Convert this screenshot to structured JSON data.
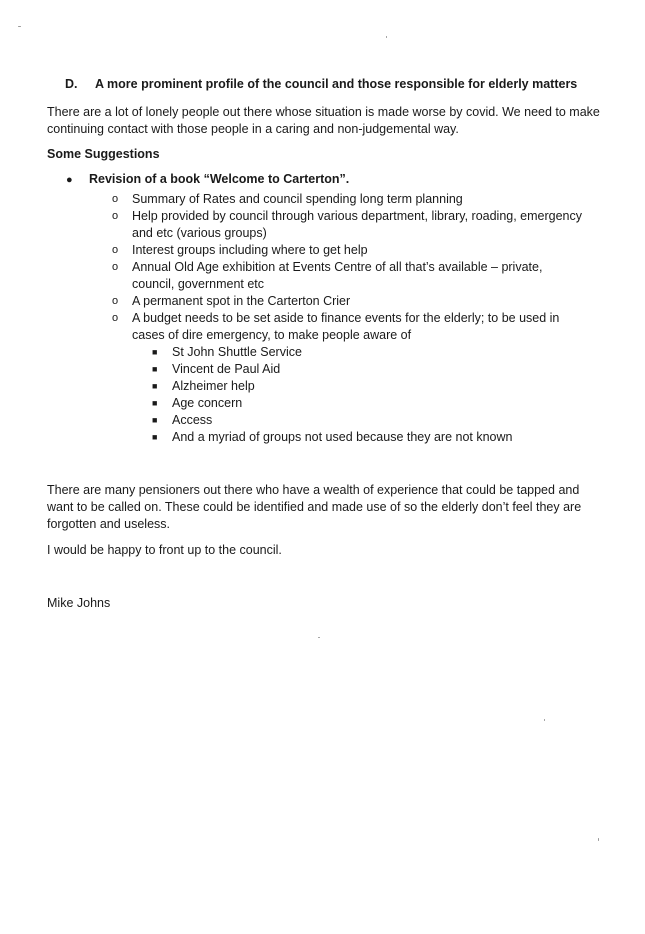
{
  "heading": {
    "letter": "D.",
    "title": "A more prominent profile of the council and those responsible for elderly matters"
  },
  "paragraph1": "There are a lot of lonely people out there whose situation is made worse by covid.  We need to make continuing contact with those people in a caring and non-judgemental way.",
  "suggestions_title": "Some Suggestions",
  "main_bullet": "Revision of a book “Welcome to Carterton”.",
  "sub_items": [
    "Summary of Rates and council spending long term planning",
    "Help provided by council through various department, library, roading, emergency and etc (various groups)",
    "Interest groups including where to get help",
    "Annual Old Age exhibition at Events Centre of all that’s available – private, council, government etc",
    "A permanent spot in the Carterton Crier",
    "A budget needs to be set aside to finance events for the elderly; to be used in cases of dire emergency, to make people aware of"
  ],
  "sub_sub_items": [
    "St John Shuttle Service",
    "Vincent de Paul Aid",
    "Alzheimer help",
    "Age concern",
    "Access",
    "And a myriad of groups not used because they are not known"
  ],
  "paragraph2": "There are many pensioners out there who have a wealth of experience that could be tapped and want to be called on.  These could be identified and made use of so the elderly don’t feel they are forgotten and useless.",
  "paragraph3": "I would be happy to front up to the council.",
  "signature": "Mike Johns"
}
